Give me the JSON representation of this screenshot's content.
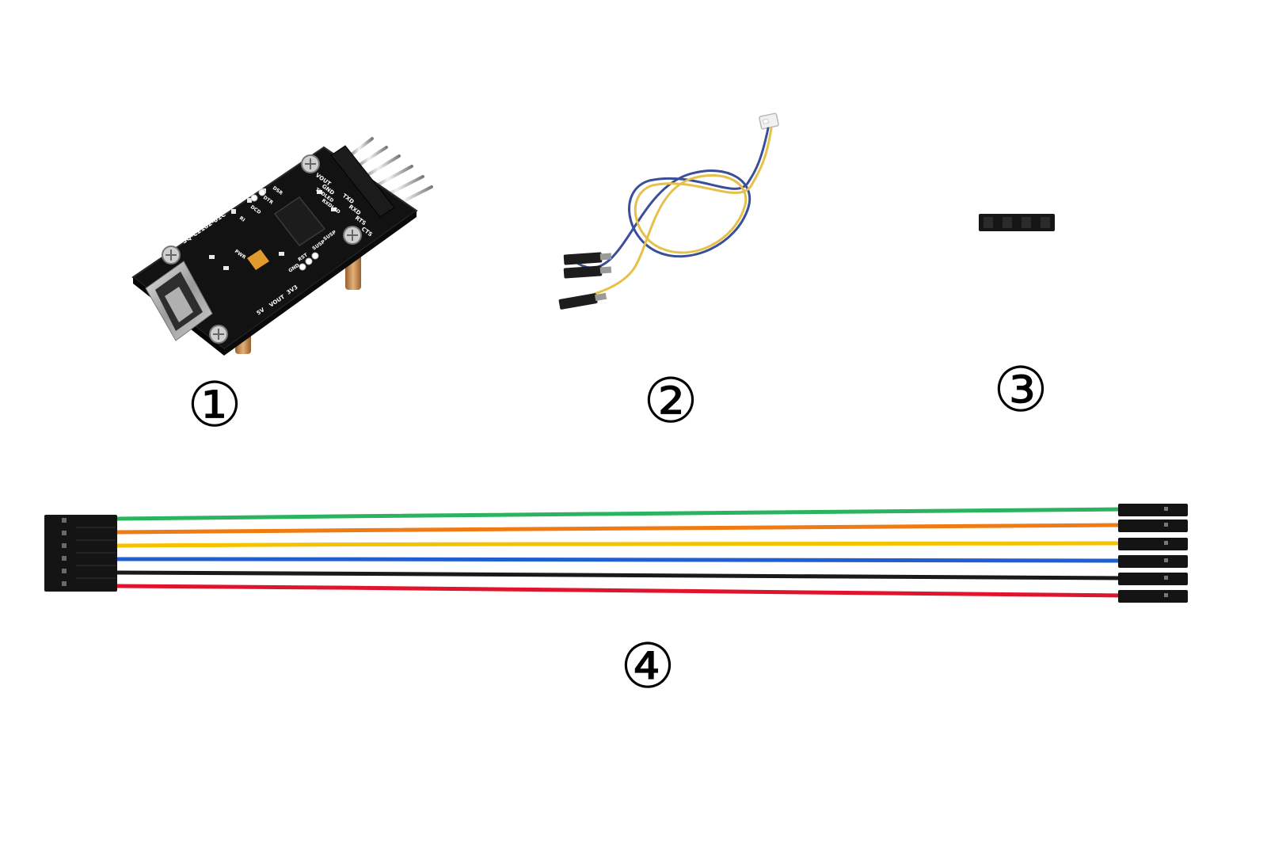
{
  "items": [
    {
      "id": "board",
      "marker": "①"
    },
    {
      "id": "cable",
      "marker": "②"
    },
    {
      "id": "header",
      "marker": "③"
    },
    {
      "id": "jumper",
      "marker": "④"
    }
  ],
  "board": {
    "model": "SQ-C2102-01C",
    "pins": [
      "VOUT",
      "GND",
      "TXD",
      "RXD",
      "RTS",
      "CTS"
    ],
    "leds": [
      "TXDLED",
      "RXDLED",
      "PWR"
    ],
    "pads": [
      "DSR",
      "DTR",
      "DCD",
      "RI"
    ],
    "bottom": [
      "5V",
      "VOUT",
      "3V3"
    ],
    "side": [
      "GND",
      "RST",
      "SUSP",
      "SUSP"
    ]
  },
  "colors": {
    "pcb": "#111111",
    "wire_green": "#2bb45f",
    "wire_orange": "#f07a14",
    "wire_yellow": "#f6c200",
    "wire_blue": "#1f5fd1",
    "wire_black": "#1a1a1a",
    "wire_red": "#e0142d",
    "cable_blue": "#3a4f9a",
    "cable_yellow": "#e6c14a",
    "copper": "#c98a52"
  }
}
